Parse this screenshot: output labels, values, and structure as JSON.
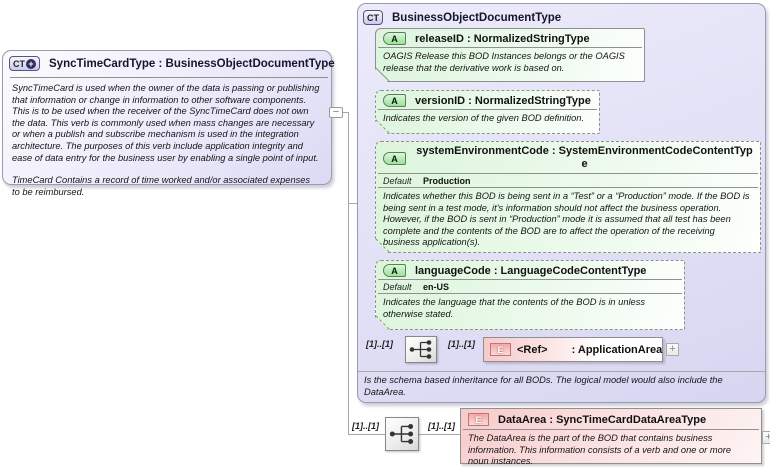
{
  "palette": {
    "container_lavender": "#e1e0f6",
    "attribute_green": "#dcf5dc",
    "element_pink": "#f7caca",
    "connector_grey": "#a8a8a8"
  },
  "glyphs": {
    "plus": "+",
    "minus": "−"
  },
  "left_box": {
    "icon": "CT",
    "icon_plus": "+",
    "title": "SyncTimeCardType : BusinessObjectDocumentType",
    "p1": "SyncTimeCard is used when the owner of the data is passing or publishing that information or change in information to other software components. This is to be used when the receiver of the SyncTimeCard does not own the data. This verb is commonly used when mass changes are necessary or when a publish and subscribe mechanism is used in the integration architecture. The purposes of this verb include application integrity and ease of data entry for the business user by enabling a single point of input.",
    "p2": "TimeCard  Contains a record of time worked and/or associated expenses to be reimbursed."
  },
  "bod_box": {
    "icon": "CT",
    "title": "BusinessObjectDocumentType",
    "attributes": [
      {
        "icon": "A",
        "title": "releaseID : NormalizedStringType",
        "description": "OAGIS Release this BOD Instances belongs or the OAGIS release that the derivative work is based on."
      },
      {
        "icon": "A",
        "title": "versionID : NormalizedStringType",
        "description": "Indicates the version of the given BOD definition."
      },
      {
        "icon": "A",
        "title": "systemEnvironmentCode : SystemEnvironmentCodeContentType",
        "default_label": "Default",
        "default_value": "Production",
        "description": "Indicates whether this BOD is being sent in a “Test” or a “Production” mode. If the BOD is being sent in a test mode, it's information should not affect the business operation. However, if the BOD is sent in “Production” mode it is assumed that all test has been complete and the contents of the BOD are to affect the operation of the receiving business application(s)."
      },
      {
        "icon": "A",
        "title": "languageCode : LanguageCodeContentType",
        "default_label": "Default",
        "default_value": "en-US",
        "description": "Indicates the language that the contents of the BOD is in unless otherwise stated."
      }
    ],
    "sequence_row": {
      "left_cardinality": "[1]..[1]",
      "right_cardinality": "[1]..[1]"
    },
    "application_area": {
      "icon": "E",
      "ref": "<Ref>",
      "type": ": ApplicationArea"
    },
    "footer_note": "Is the schema based inheritance for all BODs. The logical model would also include the DataArea."
  },
  "data_area_row": {
    "left_cardinality": "[1]..[1]",
    "right_cardinality": "[1]..[1]",
    "element": {
      "icon": "E",
      "title": "DataArea : SyncTimeCardDataAreaType",
      "description": "The DataArea is the part of the BOD that contains business information. This information consists of a verb and one or more noun instances."
    }
  }
}
